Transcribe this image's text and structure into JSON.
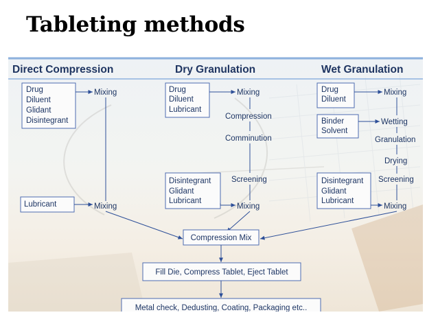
{
  "slide": {
    "title": "Tableting methods"
  },
  "columns": [
    {
      "header": "Direct Compression"
    },
    {
      "header": "Dry Granulation"
    },
    {
      "header": "Wet Granulation"
    }
  ],
  "direct_compression": {
    "ingredients": [
      "Drug",
      "Diluent",
      "Glidant",
      "Disintegrant"
    ],
    "lubricant": [
      "Lubricant"
    ],
    "steps": [
      "Mixing",
      "Mixing"
    ]
  },
  "dry_granulation": {
    "ingredients": [
      "Drug",
      "Diluent",
      "Lubricant"
    ],
    "extra_ingredients": [
      "Disintegrant",
      "Glidant",
      "Lubricant"
    ],
    "steps": [
      "Mixing",
      "Compression",
      "Comminution",
      "Screening",
      "Mixing"
    ]
  },
  "wet_granulation": {
    "ingredients": [
      "Drug",
      "Diluent"
    ],
    "binder": [
      "Binder",
      "Solvent"
    ],
    "extra_ingredients": [
      "Disintegrant",
      "Glidant",
      "Lubricant"
    ],
    "steps": [
      "Mixing",
      "Wetting",
      "Granulation",
      "Drying",
      "Screening",
      "Mixing"
    ]
  },
  "final_steps": [
    "Compression Mix",
    "Fill Die, Compress Tablet, Eject Tablet",
    "Metal check, Dedusting, Coating, Packaging etc.."
  ],
  "colors": {
    "header_text": "#1f3561",
    "box_border": "#4d6bb0",
    "box_text": "#1d3564",
    "connector": "#2d4f98",
    "header_rule": "#8eb2de"
  }
}
